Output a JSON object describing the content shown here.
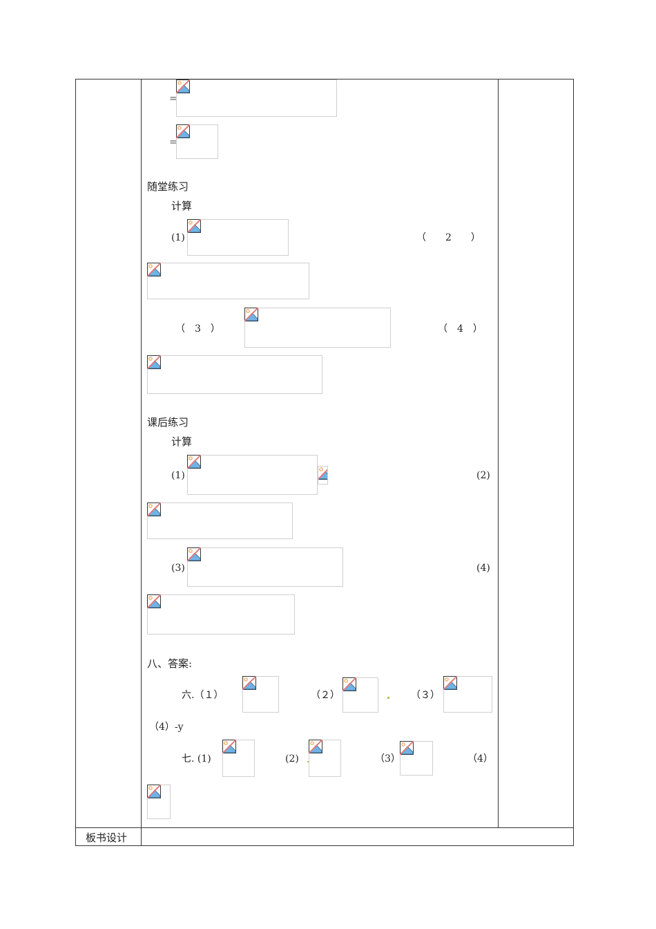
{
  "derivation": {
    "eq1": "=",
    "eq2": "="
  },
  "practice_in_class": {
    "heading": "随堂练习",
    "instruction": "计算",
    "items": [
      "(1)",
      "（　　2　　）",
      "（　3　）",
      "（　4　）"
    ]
  },
  "practice_after_class": {
    "heading": "课后练习",
    "instruction": "计算",
    "items": [
      "(1)",
      "(2)",
      "(3)",
      "(4)"
    ]
  },
  "answers": {
    "heading": "八、答案:",
    "six": {
      "label": "六.（１）",
      "p2": "（２）",
      "p3": "（３）",
      "p4": "（4）-y"
    },
    "seven": {
      "label": "七. (1)",
      "p2": "(2)",
      "p3": "（3）",
      "p4": "（4）"
    }
  },
  "footer_row": {
    "label": "板书设计",
    "content": ""
  },
  "icons": {
    "broken_image": "broken-image-icon"
  },
  "colors": {
    "border": "#333333",
    "image_frame": "#cfcfcf",
    "icon_sky": "#6fb2e6",
    "icon_sun": "#f0a24a",
    "icon_slash": "#e07a7a"
  }
}
